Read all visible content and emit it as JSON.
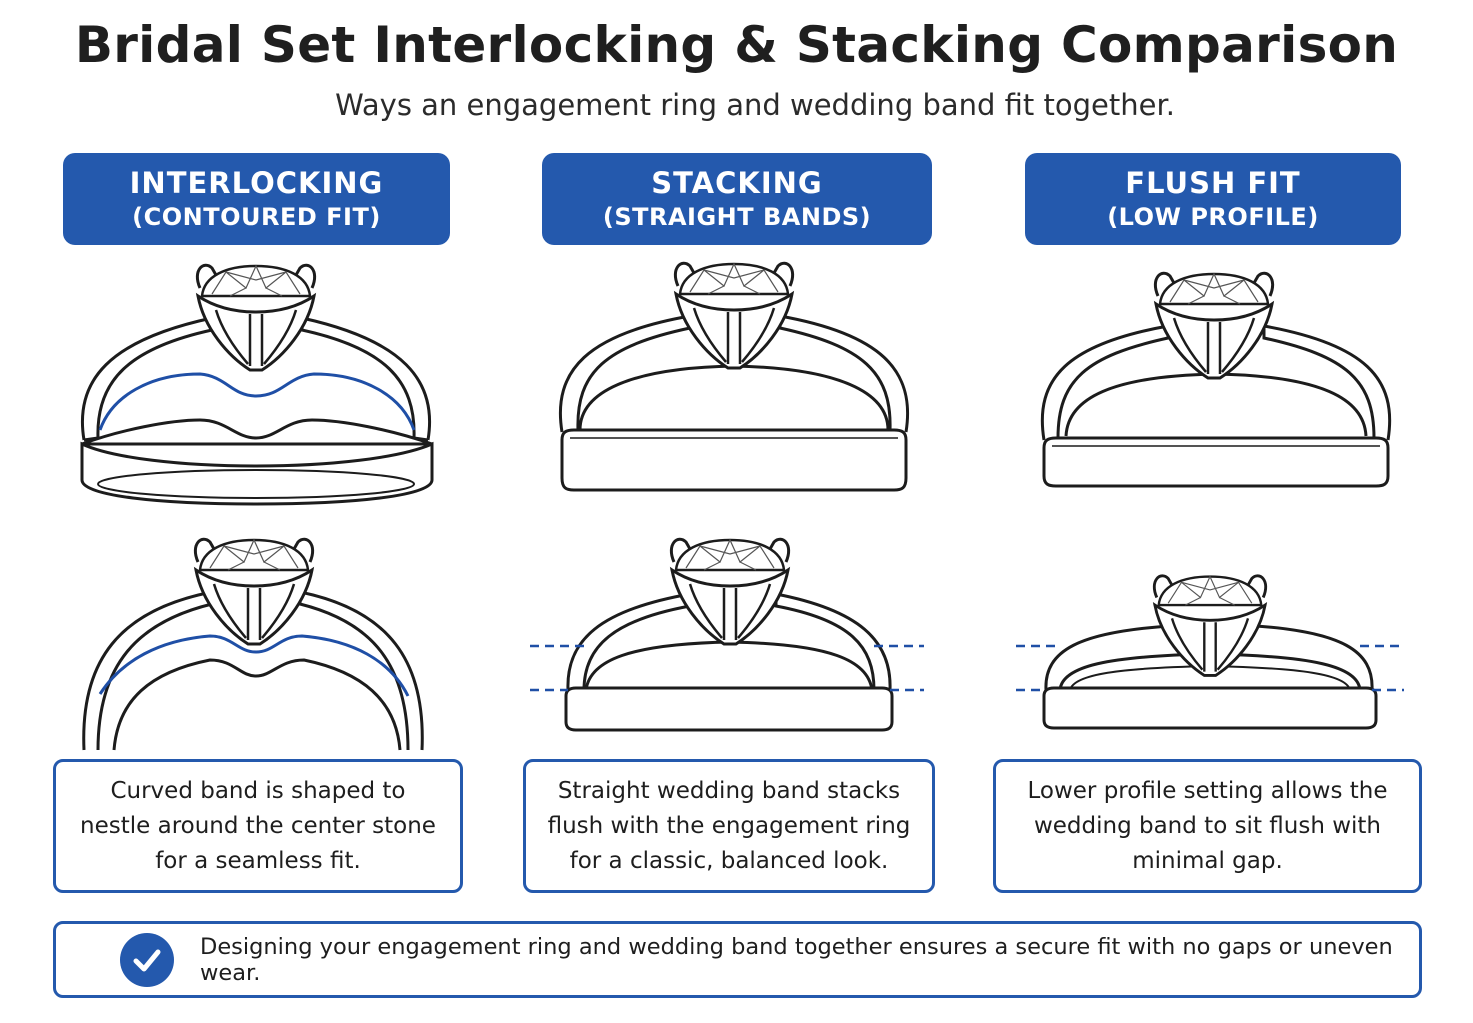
{
  "title": "Bridal Set Interlocking & Stacking Comparison",
  "subtitle": "Ways an engagement ring and wedding band fit together.",
  "columns": [
    {
      "heading": "INTERLOCKING",
      "subheading": "(CONTOURED FIT)",
      "description_lines": [
        "Curved band is shaped to",
        "nestle around the center stone",
        "for a seamless fit."
      ]
    },
    {
      "heading": "STACKING",
      "subheading": "(STRAIGHT BANDS)",
      "description_lines": [
        "Straight wedding band stacks",
        "flush with the engagement ring",
        "for a classic, balanced look."
      ]
    },
    {
      "heading": "FLUSH FIT",
      "subheading": "(LOW PROFILE)",
      "description_lines": [
        "Lower profile setting allows the",
        "wedding band to sit flush with",
        "minimal gap."
      ]
    }
  ],
  "footer": {
    "text": "Designing your engagement ring and wedding band together ensures a secure fit with no gaps or uneven wear.",
    "icon": "checkmark-icon"
  },
  "colors": {
    "accent": "#2459ad",
    "line": "#1c1c1c",
    "contour_line": "#1f4fa6"
  }
}
